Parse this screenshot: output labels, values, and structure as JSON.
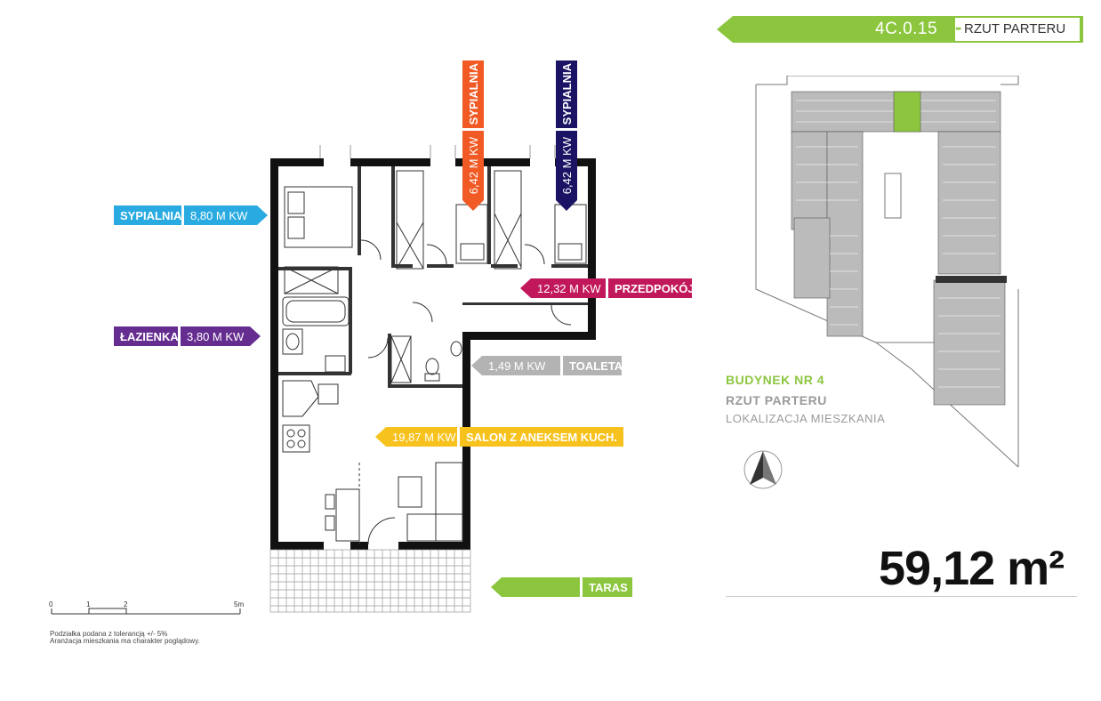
{
  "header": {
    "code": "4C.0.15",
    "separator": "-",
    "title": "RZUT PARTERU",
    "accent": "#8cc63f"
  },
  "rooms": [
    {
      "id": "sypialnia_left",
      "name": "SYPIALNIA",
      "area": "8,80 M KW",
      "color": "#29abe2"
    },
    {
      "id": "sypialnia_orange",
      "name": "SYPIALNIA",
      "area": "6,42 M KW",
      "color": "#f15a24"
    },
    {
      "id": "sypialnia_blue",
      "name": "SYPIALNIA",
      "area": "6,42 M KW",
      "color": "#1b1464"
    },
    {
      "id": "przedpokoj",
      "name": "PRZEDPOKÓJ",
      "area": "12,32 M KW",
      "color": "#c1185b"
    },
    {
      "id": "lazienka",
      "name": "ŁAZIENKA",
      "area": "3,80 M KW",
      "color": "#662d91"
    },
    {
      "id": "toaleta",
      "name": "TOALETA",
      "area": "1,49 M KW",
      "color": "#b3b3b3"
    },
    {
      "id": "salon",
      "name": "SALON Z ANEKSEM KUCH.",
      "area": "19,87 M KW",
      "color": "#f7c21d"
    },
    {
      "id": "taras",
      "name": "TARAS",
      "area": "",
      "color": "#8cc63f"
    }
  ],
  "building": {
    "line1": "BUDYNEK NR 4",
    "line2": "RZUT PARTERU",
    "line3": "LOKALIZACJA MIESZKANIA"
  },
  "total_area": "59,12 m²",
  "scale": {
    "ticks": [
      "0",
      "1",
      "2",
      "5m"
    ]
  },
  "notes": {
    "line1": "Podziałka podana z tolerancją +/- 5%",
    "line2": "Aranżacja mieszkania ma charakter poglądowy."
  }
}
